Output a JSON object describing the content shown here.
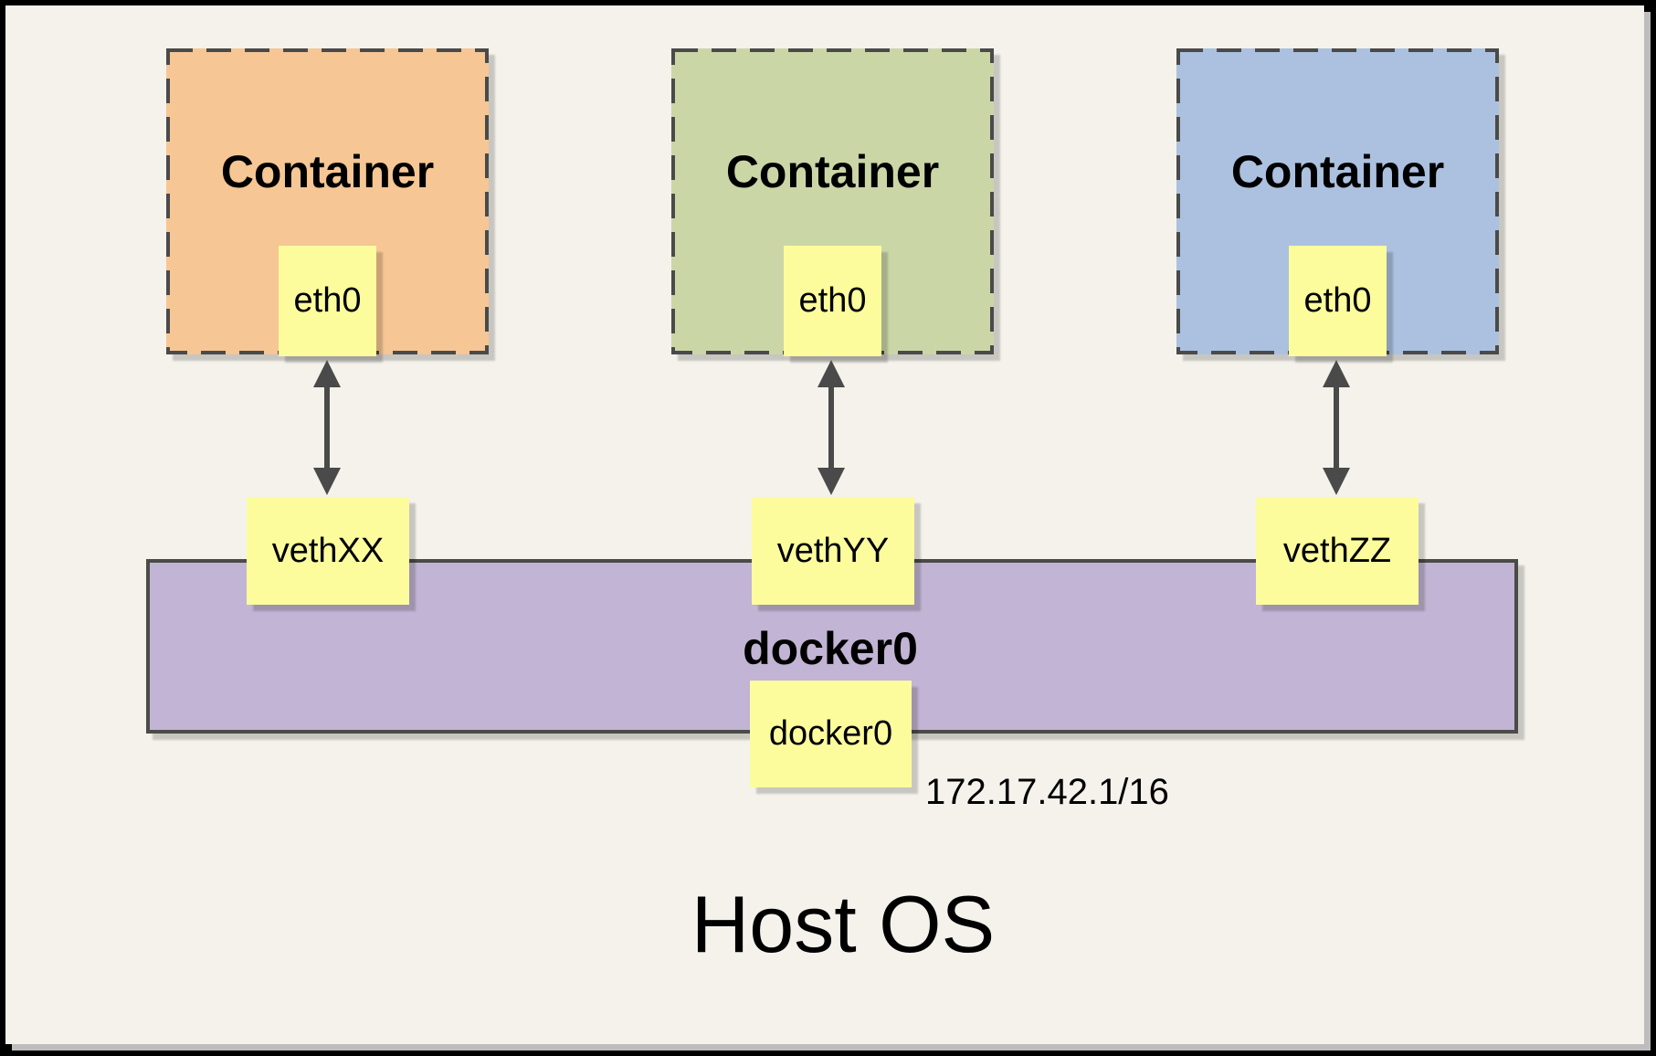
{
  "diagram": {
    "host_os_label": "Host OS",
    "containers": [
      {
        "label": "Container",
        "interface": "eth0",
        "veth": "vethXX",
        "fill": "#F6C694"
      },
      {
        "label": "Container",
        "interface": "eth0",
        "veth": "vethYY",
        "fill": "#CBD6A7"
      },
      {
        "label": "Container",
        "interface": "eth0",
        "veth": "vethZZ",
        "fill": "#ACC1DF"
      }
    ],
    "bridge": {
      "label": "docker0",
      "interface": "docker0",
      "ip": "172.17.42.1/16",
      "fill": "#C2B4D4"
    },
    "colors": {
      "background": "#F4F2EB",
      "note_fill": "#FCFC9D",
      "outline": "#4A4A4A",
      "arrow": "#4A4A4A",
      "frame": "#000000"
    }
  }
}
